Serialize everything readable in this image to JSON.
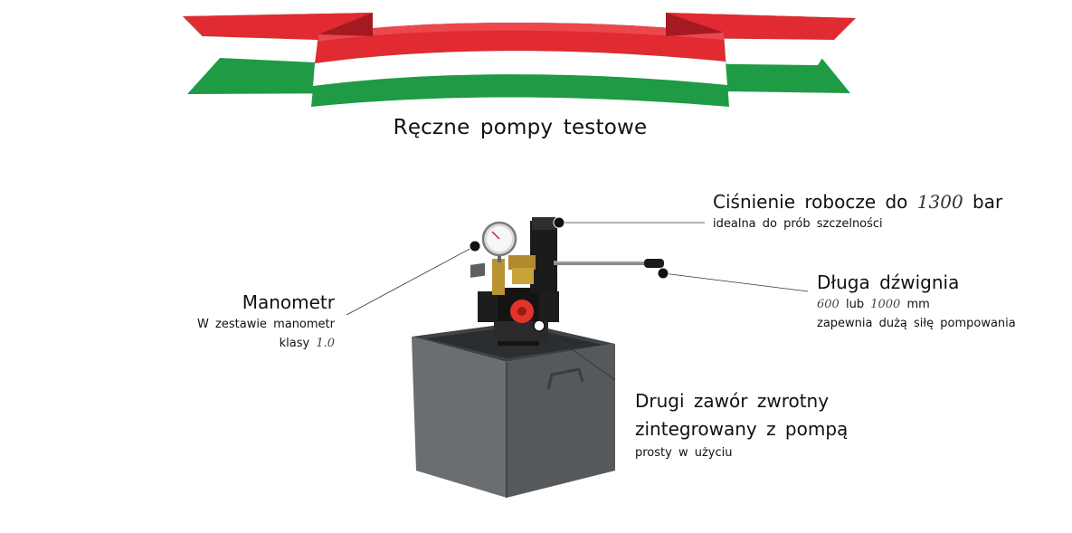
{
  "page": {
    "title": "Ręczne pompy testowe"
  },
  "colors": {
    "red": "#e12a31",
    "white": "#ffffff",
    "green": "#1f9a45",
    "tank": "#5b5f62",
    "valve": "#e0342c"
  },
  "callouts": {
    "pressure": {
      "title_prefix": "Ciśnienie robocze do",
      "title_value": "1300",
      "title_suffix": "bar",
      "subtitle": "idealna do prób szczelności"
    },
    "lever": {
      "title": "Długa dźwignia",
      "line1_value_a": "600",
      "line1_sep": "lub",
      "line1_value_b": "1000",
      "line1_unit": "mm",
      "line2": "zapewnia dużą siłę pompowania"
    },
    "gauge": {
      "title": "Manometr",
      "line1": "W zestawie manometr",
      "line2_prefix": "klasy",
      "line2_value": "1.0"
    },
    "valve": {
      "title_line1": "Drugi zawór zwrotny",
      "title_line2": "zintegrowany z pompą",
      "subtitle": "prosty w użyciu"
    }
  },
  "icons": {
    "ribbon": "flag-ribbon-icon",
    "pump": "hand-pump-image",
    "marker": "dot-marker-icon"
  }
}
